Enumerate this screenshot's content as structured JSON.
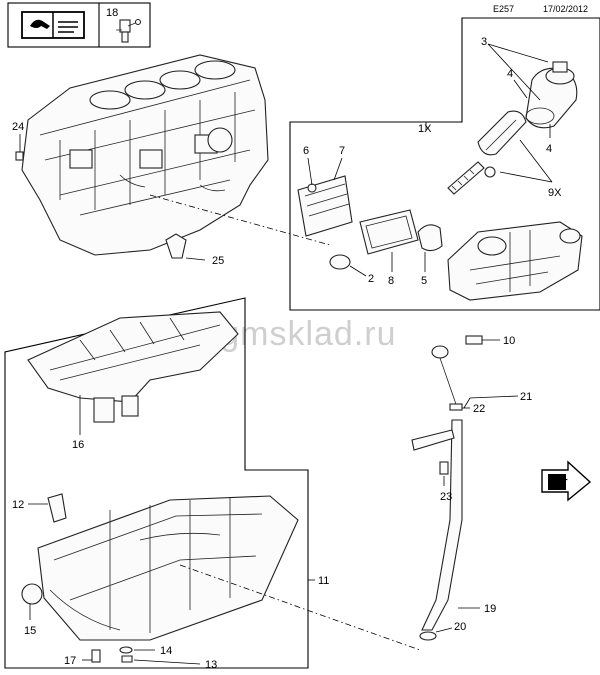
{
  "header": {
    "code": "E257",
    "date": "17/02/2012"
  },
  "watermark": "www.gmsklad.ru",
  "legend_box": {
    "icon": "book-wrench-icon",
    "item_number": "18",
    "item_icon": "oil-sensor-icon"
  },
  "callouts": {
    "c1x": "1X",
    "c2": "2",
    "c3": "3",
    "c4a": "4",
    "c4b": "4",
    "c5": "5",
    "c6": "6",
    "c7": "7",
    "c8": "8",
    "c9x": "9X",
    "c10": "10",
    "c11": "11",
    "c12": "12",
    "c13": "13",
    "c14": "14",
    "c15": "15",
    "c16": "16",
    "c17": "17",
    "c19": "19",
    "c20": "20",
    "c21": "21",
    "c22": "22",
    "c23": "23",
    "c24": "24",
    "c25": "25"
  },
  "front_marker": "FRT"
}
